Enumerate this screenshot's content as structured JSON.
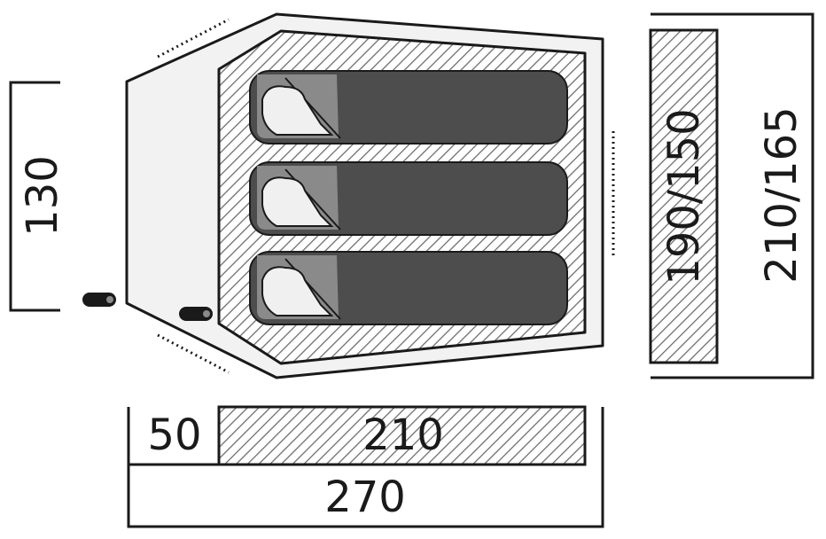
{
  "dimensions": {
    "vestibule_depth_label": "130",
    "inner_height_label": "190/150",
    "outer_height_label": "210/165",
    "vestibule_length_label": "50",
    "inner_length_label": "210",
    "total_length_label": "270"
  },
  "sleeping_places": 3,
  "colors": {
    "outline": "#1a1a1a",
    "tent_fill": "#f2f2f2",
    "sleeping_bag": "#4d4d4d",
    "bag_hood": "#8a8a8a",
    "head": "#f0f0f0",
    "hatch": "#6e6e6e",
    "background": "#ffffff"
  }
}
